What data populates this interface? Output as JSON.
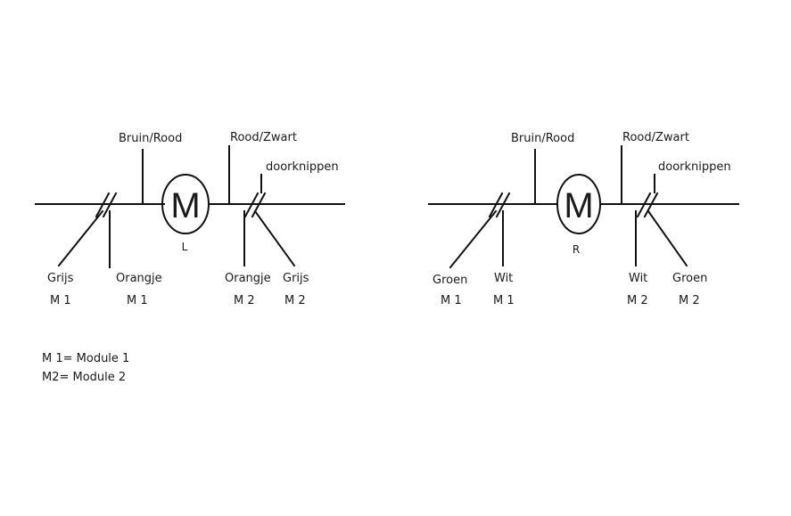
{
  "diagrams": [
    {
      "motor_letter": "M",
      "motor_sub": "L",
      "top_left": "Bruin/Rood",
      "top_right": "Rood/Zwart",
      "cut_label": "doorknippen",
      "bottom": [
        {
          "name": "Grijs",
          "module": "M 1"
        },
        {
          "name": "Orangje",
          "module": "M 1"
        },
        {
          "name": "Orangje",
          "module": "M 2"
        },
        {
          "name": "Grijs",
          "module": "M 2"
        }
      ]
    },
    {
      "motor_letter": "M",
      "motor_sub": "R",
      "top_left": "Bruin/Rood",
      "top_right": "Rood/Zwart",
      "cut_label": "doorknippen",
      "bottom": [
        {
          "name": "Groen",
          "module": "M 1"
        },
        {
          "name": "Wit",
          "module": "M 1"
        },
        {
          "name": "Wit",
          "module": "M 2"
        },
        {
          "name": "Groen",
          "module": "M 2"
        }
      ]
    }
  ],
  "legend": {
    "line1": "M 1= Module 1",
    "line2": "M2= Module 2"
  }
}
